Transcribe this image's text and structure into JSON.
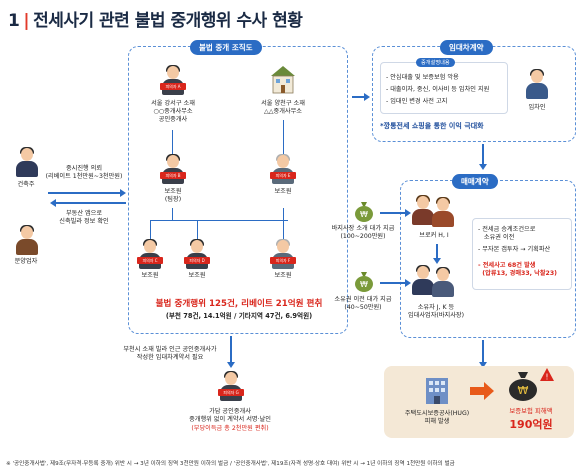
{
  "title": {
    "number": "1",
    "text": "전세사기 관련 불법 중개행위 수사 현황"
  },
  "org": {
    "label": "불법 중개 조직도",
    "badge_a": "피의자 A",
    "office_a": "서울 강서구 소재\n○○중개사무소\n공인중개사",
    "office_b": "서울 양천구 소재\n△△중개사무소",
    "badge_b": "피의자 B",
    "assistant_b": "보조원\n(팀장)",
    "assistant": "보조원",
    "badge_c": "피의자 C",
    "badge_d": "피의자 D",
    "badge_e": "피의자 E",
    "badge_f": "피의자 F",
    "summary": "불법 중개행위 125건, 리베이트 21억원 편취",
    "summary_detail": "(부천 78건, 14.1억원 / 기타지역 47건, 6.9억원)"
  },
  "left": {
    "builder": "건축주",
    "request": "중시진행 의뢰\n(리베이트 1천만원~3천만원)",
    "advert": "부동산 앱으로\n신축빌라 정보 확인",
    "agent": "분양업자"
  },
  "lease": {
    "label": "임대차계약",
    "box_title": "중개설명내용",
    "items": [
      "- 안심대출 및 보증보험 악용",
      "- 대출이자, 중신, 이사비 등 임차인 지원",
      "- 임대인 변경 사전 고지"
    ],
    "note": "*깡통전세 쇼핑을 통한 이익 극대화",
    "tenant": "임차인"
  },
  "sale": {
    "label": "매매계약",
    "fee_broker": "바지사장 소개 대가 지급\n(100~200만원)",
    "broker": "브로커 H, I",
    "fee_transfer": "소유권 이전 대가 지급\n(40~50만원)",
    "owner": "소유자 J, K 등\n임대사업자(바지사장)",
    "items": [
      "- 전세금 승계조건으로\n   소유권 이전",
      "- 무자본 갭투자 → 기획파산"
    ],
    "red_note": "- 전세사고 68건 발생\n  (압류13, 경매33, 낙찰23)"
  },
  "bottom": {
    "disguise": "부천시 소재 빌라 인근 공인중개사가\n작성한 임대차계약서 필요",
    "badge_g": "피의자 G",
    "fake_agent": "가담 공인중개사\n중개행위 없이 계약서 서명·날인",
    "fake_gain": "(부당이득금 총 2천만원 편취)",
    "hug": "주택도시보증공사(HUG)\n피해 발생",
    "loss_label": "보증보험 피해액",
    "loss_value": "190억원"
  },
  "footnote": "※ '공인중개사법', 제9조(무자격·무등록 중개) 위반 시 → 3년 이하의 징역 3천만원 이하의 벌금 / '공인중개사법', 제19조(자격 성명·상호 대여) 위반 시 → 1년 이하의 징역 1천만원 이하의 벌금"
}
